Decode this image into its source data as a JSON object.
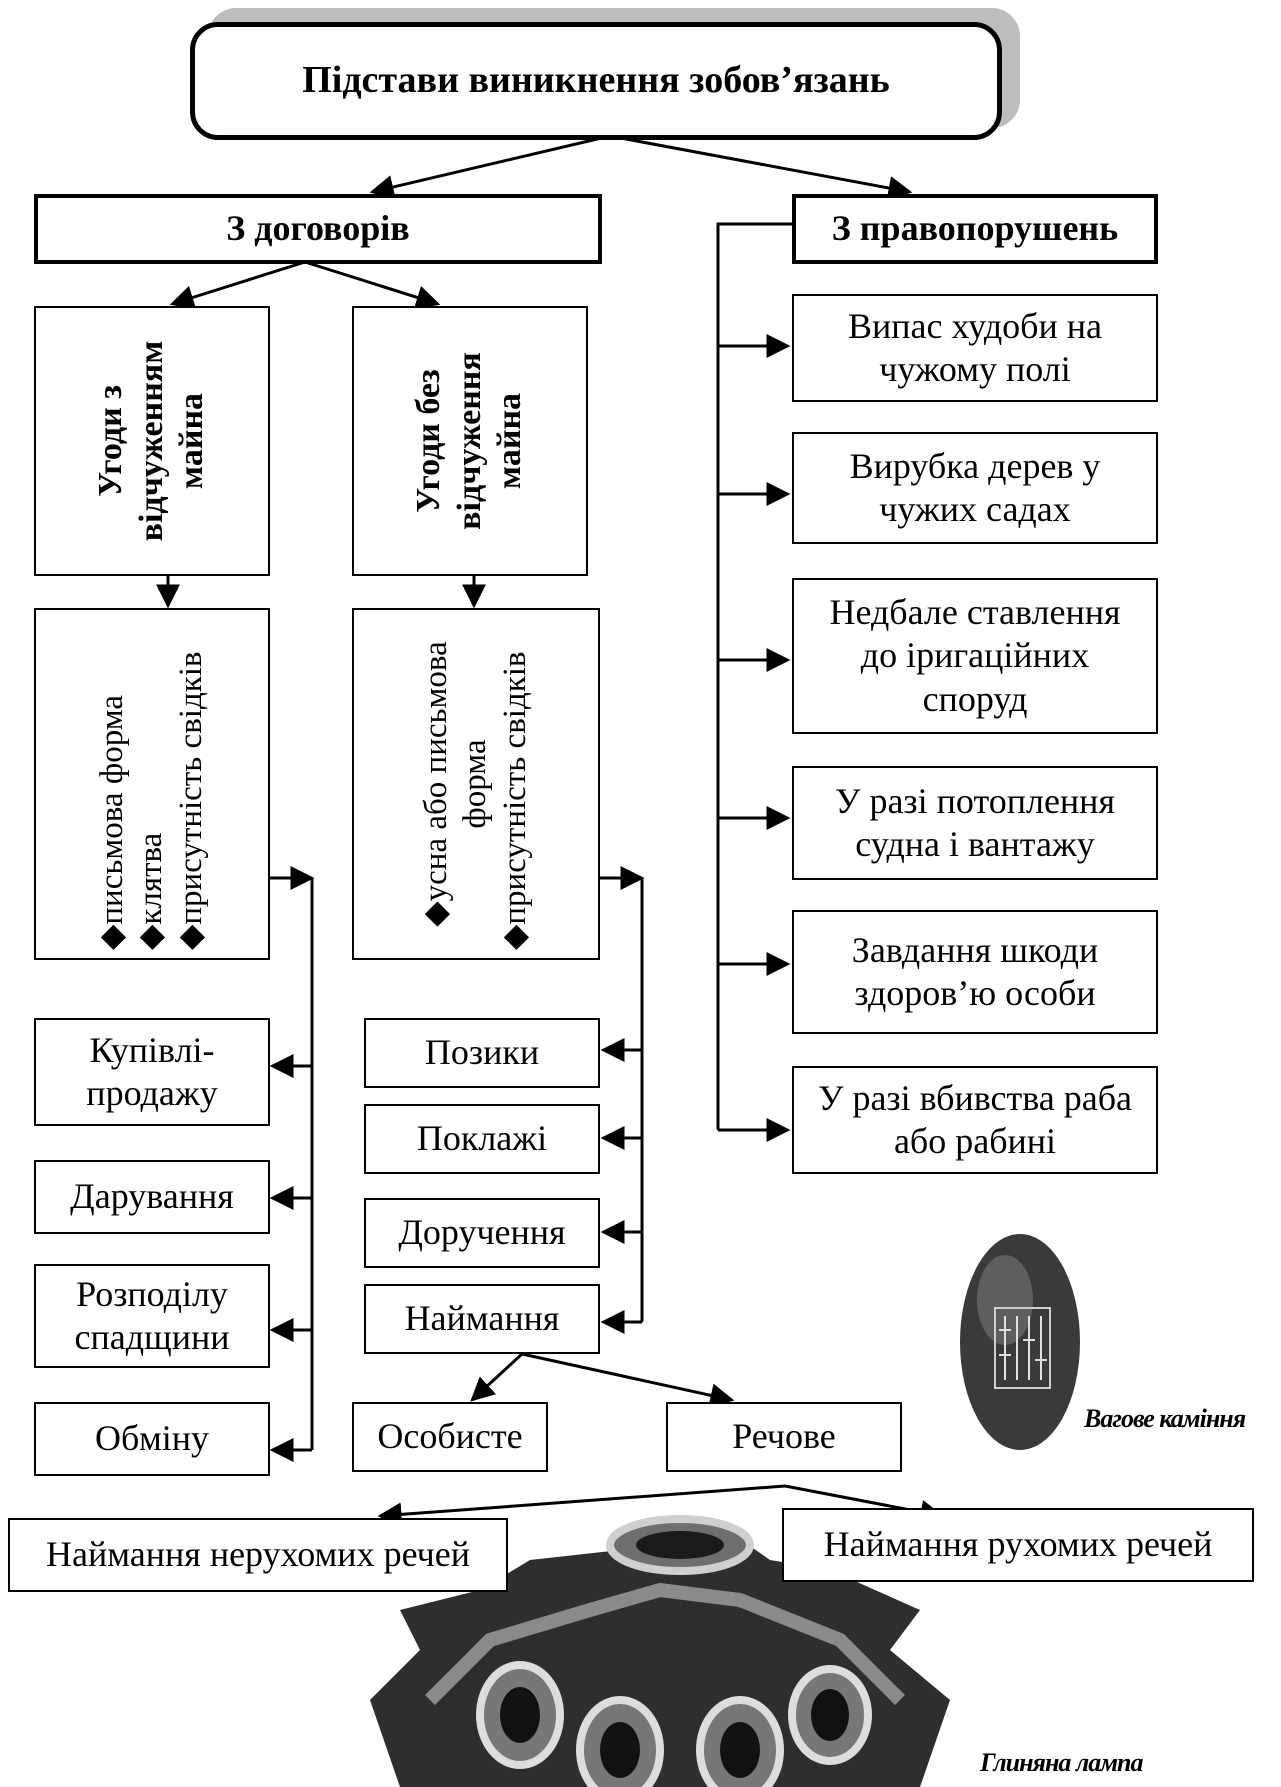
{
  "title": "Підстави виникнення зобов’язань",
  "contracts": {
    "label": "З договорів",
    "with_alienation": {
      "label": "Угоди з відчуженням майна",
      "details": [
        "письмова форма",
        "клятва",
        "присутність свідків"
      ],
      "types": [
        "Купівлі-продажу",
        "Дарування",
        "Розподілу спадщини",
        "Обміну"
      ]
    },
    "without_alienation": {
      "label": "Угоди без відчуження майна",
      "details": [
        "усна або письмова форма",
        "присутність свідків"
      ],
      "types": [
        "Позики",
        "Поклажі",
        "Доручення",
        "Наймання"
      ]
    },
    "hire": {
      "personal": "Особисте",
      "property": "Речове",
      "immovable": "Наймання нерухомих речей",
      "movable": "Наймання рухомих речей"
    }
  },
  "offenses": {
    "label": "З правопорушень",
    "items": [
      "Випас худоби на чужому полі",
      "Вирубка дерев у чужих садах",
      "Недбале ставлення до іригаційних споруд",
      "У разі потоплення судна і вантажу",
      "Завдання шкоди здоров’ю особи",
      "У разі вбивства раба або рабині"
    ]
  },
  "images": {
    "weight_stone": "Вагове каміння",
    "clay_lamp": "Глиняна лампа"
  }
}
